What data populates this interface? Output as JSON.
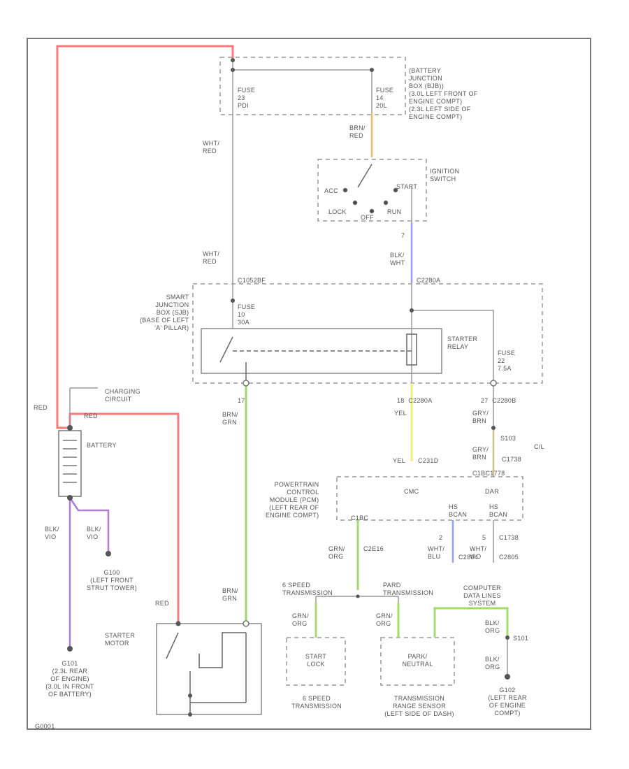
{
  "colors": {
    "frame": "#777777",
    "wire": "#9a9a9a",
    "red": "#ff7a7a",
    "orange": "#f0b860",
    "blue": "#9999ff",
    "purple": "#b27ad8",
    "yellow": "#f2ee70",
    "green": "#a6d96a",
    "text": "#555555"
  },
  "labels": {
    "fuse_a": "FUSE\n23\nPDI",
    "fuse_b": "FUSE\n14\n20L",
    "bjb": "(BATTERY\nJUNCTION\nBOX (BJB))\n(3.0L LEFT FRONT OF\nENGINE COMPT)\n(2.3L LEFT SIDE OF\nENGINE COMPT)",
    "wire_wht_red_1": "WHT/\nRED",
    "wire_brn_red": "BRN/\nRED",
    "ignition_switch": "IGNITION\nSWITCH",
    "acc": "ACC",
    "start": "START",
    "lock": "LOCK",
    "off": "OFF",
    "run": "RUN",
    "pin_7": "7",
    "wire_blk_wht": "BLK/\nWHT",
    "wire_wht_red_2": "WHT/\nRED",
    "conn_top_left": "C1052BF",
    "conn_top_right": "C2280A",
    "sjb": "SMART\nJUNCTION\nBOX (SJB)\n(BASE OF LEFT\n'A' PILLAR)",
    "fuse_c": "FUSE\n10\n30A",
    "starter_relay": "STARTER\nRELAY",
    "fuse_d": "FUSE\n22\n7.5A",
    "charging": "CHARGING\nCIRCUIT",
    "wire_red_1": "RED",
    "wire_red_2": "RED",
    "battery": "BATTERY",
    "conn_17": "17",
    "wire_brn_grn_1": "BRN/\nGRN",
    "conn_c2280a": "18  C2280A",
    "wire_yel_1": "YEL",
    "conn_c2280b": "27  C2280B",
    "wire_gry_brn_1": "GRY/\nBRN",
    "splice": "S103",
    "splice_note": "C/L",
    "wire_gry_brn_2": "GRY/\nBRN",
    "conn_c1": "C1738",
    "wire_yel_2": "YEL",
    "conn_c2": "C231D",
    "conn_c3": "C1BC1778",
    "pcm": "POWERTRAIN\nCONTROL\nMODULE (PCM)\n(LEFT REAR OF\nENGINE COMPT)",
    "pcm_pin": "C1BC",
    "cmc": "CMC",
    "dar": "DAR",
    "hs_left": "HS\nBCAN",
    "hs_right": "HS\nBCAN",
    "wire_blk_vio": "BLK/\nVIO",
    "ground_g100": "G100\n(LEFT FRONT\nSTRUT TOWER)",
    "wire_gray_grn": "GRN/\nORG",
    "conn_c2e": "C2E16",
    "pin_2": "2",
    "wire_wht_blu": "WHT/\nBLU",
    "conn_c2804": "C2804",
    "pin_5": "5",
    "wire_wht_vio": "WHT/\nVIO",
    "conn_c2805": "C2805",
    "six_speed_label": "6 SPEED\nTRANSMISSION",
    "park_label": "PARD\nTRANSMISSION",
    "cdl": "COMPUTER\nDATA LINES\nSYSTEM",
    "wire_brn_grn_2": "BRN/\nGRN",
    "starter_motor": "STARTER\nMOTOR",
    "wire_red_3": "RED",
    "wire_org_1": "GRN/\nORG",
    "wire_org_2": "GRN/\nORG",
    "start_lock": "START\nLOCK",
    "park_neutral": "PARK/\nNEUTRAL",
    "wire_blk_org_1": "BLK/\nORG",
    "splice_s101": "S101",
    "wire_blk_org_2": "BLK/\nORG",
    "ground_g101": "G101\n(2.3L REAR\nOF ENGINE)\n(3.0L IN FRONT\nOF BATTERY)",
    "six_speed_trans": "6 SPEED\nTRANSMISSION",
    "tr_sensor": "TRANSMISSION\nRANGE SENSOR\n(LEFT SIDE OF DASH)",
    "ground_g102": "G102\n(LEFT REAR\nOF ENGINE\nCOMPT)",
    "figure_code": "G0001"
  }
}
